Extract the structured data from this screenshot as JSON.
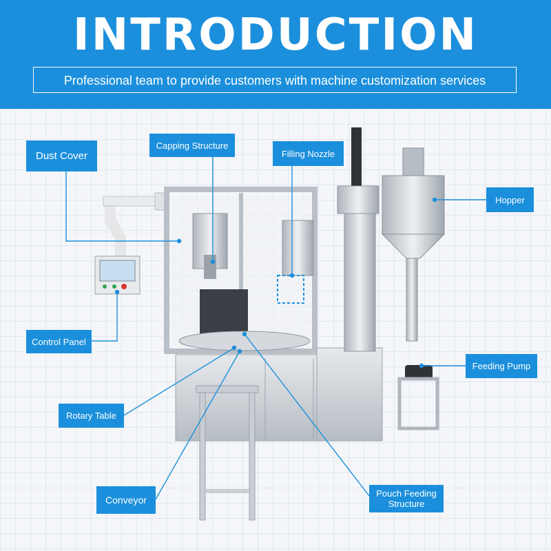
{
  "header": {
    "title": "INTRODUCTION",
    "subtitle": "Professional team to provide customers with machine customization services"
  },
  "labels": {
    "dust_cover": "Dust Cover",
    "capping_structure": "Capping Structure",
    "filling_nozzle": "Filling Nozzle",
    "hopper": "Hopper",
    "control_panel": "Control Panel",
    "feeding_pump": "Feeding Pump",
    "rotary_table": "Rotary Table",
    "conveyor": "Conveyor",
    "pouch_feeding_line1": "Pouch Feeding",
    "pouch_feeding_line2": "Structure"
  },
  "colors": {
    "brand_blue": "#1b8fdc",
    "leader_line": "#1b8fdc",
    "steel": "#c9ced4"
  }
}
